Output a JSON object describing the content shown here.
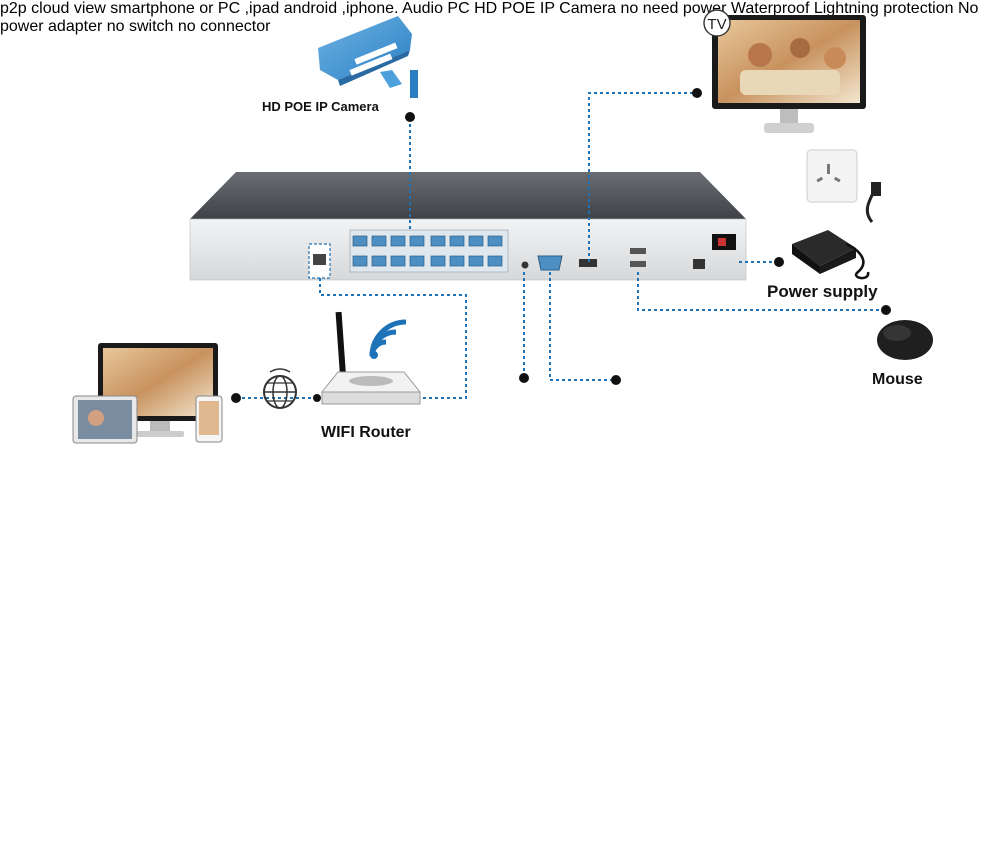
{
  "colors": {
    "connector_blue": "#1e73b8",
    "cable_blue": "#1b7bb5",
    "accent_red": "#d0021b",
    "nvr_top": "#4a4d52",
    "nvr_front": "#e6e7e8",
    "port_blue": "#4d8fc2"
  },
  "labels": {
    "camera_top": "HD POE IP Camera",
    "tv_badge": "TV",
    "power_supply": "Power supply",
    "mouse": "Mouse",
    "pc_badge": "PC",
    "wifi_router": "WIFI Router",
    "audio": "Audio",
    "p2p_line1": "p2p cloud view smartphone",
    "p2p_line2": "or PC ,ipad android ,iphone.",
    "no_need_power": "no need power",
    "camera_bottom": "HD POE IP Camera",
    "waterproof": "Waterproof Lightning protection",
    "no_power_adapter": "No power adapter",
    "no_switch": "no switch",
    "no_connector": "no connector"
  },
  "icons": [
    "ip-camera-icon",
    "tv-icon",
    "wall-socket-icon",
    "power-adapter-icon",
    "mouse-icon",
    "laptop-icon",
    "speaker-icon",
    "wifi-router-icon",
    "globe-icon",
    "monitor-icon",
    "tablet-icon",
    "smartphone-icon",
    "prohibited-icon",
    "rj45-connector-icon",
    "network-switch-icon"
  ]
}
